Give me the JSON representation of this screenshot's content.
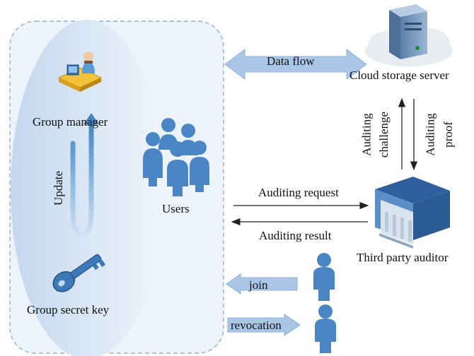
{
  "labels": {
    "data_flow": "Data flow",
    "cloud_storage_server": "Cloud storage server",
    "group_manager": "Group manager",
    "update": "Update",
    "users": "Users",
    "group_secret_key": "Group secret key",
    "auditing_challenge_1": "Auditing",
    "auditing_challenge_2": "challenge",
    "auditing_proof_1": "Auditing",
    "auditing_proof_2": "proof",
    "auditing_request": "Auditing request",
    "auditing_result": "Auditing result",
    "third_party_auditor": "Third party auditor",
    "join": "join",
    "revocation": "revocation"
  },
  "colors": {
    "group_region_fill": "#edf3fa",
    "group_region_border": "#8fb0d6",
    "inner_ellipse": "#cfdff0",
    "wide_arrow": "#a9c6e6",
    "user_icon": "#4a86c5",
    "text": "#111111"
  },
  "icons": [
    "manager-icon",
    "users-group-icon",
    "key-icon",
    "server-icon",
    "auditor-building-icon",
    "join-user-icon",
    "revocation-user-icon"
  ]
}
